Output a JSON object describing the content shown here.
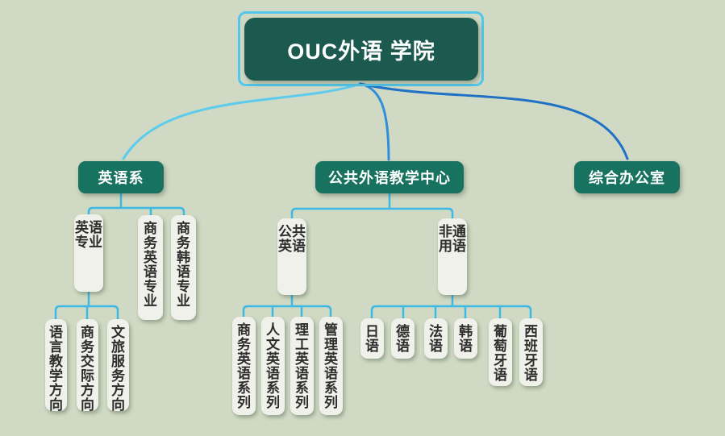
{
  "chart": {
    "type": "org-chart",
    "root": {
      "label": "OUC外语 学院"
    },
    "branches": [
      {
        "label": "英语系",
        "children": [
          {
            "label": "英语专业",
            "children": [
              {
                "label": "语言教学方向"
              },
              {
                "label": "商务交际方向"
              },
              {
                "label": "文旅服务方向"
              }
            ]
          },
          {
            "label": "商务英语专业"
          },
          {
            "label": "商务韩语专业"
          }
        ]
      },
      {
        "label": "公共外语教学中心",
        "children": [
          {
            "label": "公共英语",
            "children": [
              {
                "label": "商务英语系列"
              },
              {
                "label": "人文英语系列"
              },
              {
                "label": "理工英语系列"
              },
              {
                "label": "管理英语系列"
              }
            ]
          },
          {
            "label": "非通用语",
            "children": [
              {
                "label": "日语"
              },
              {
                "label": "德语"
              },
              {
                "label": "法语"
              },
              {
                "label": "韩语"
              },
              {
                "label": "葡萄牙语"
              },
              {
                "label": "西班牙语"
              }
            ]
          }
        ]
      },
      {
        "label": "综合办公室"
      }
    ],
    "colors": {
      "background": "#cfd9c3",
      "root_fill": "#1c594f",
      "branch_fill": "#17735f",
      "leaf_fill": "#f0f1ea",
      "leaf_text": "#2d2d2d",
      "node_text": "#ffffff",
      "selection_outline": "#53c6ea",
      "edge_left": "#5dcbee",
      "edge_middle": "#2e90d9",
      "edge_right": "#1f71c6",
      "connector": "#3cb9e5"
    }
  }
}
